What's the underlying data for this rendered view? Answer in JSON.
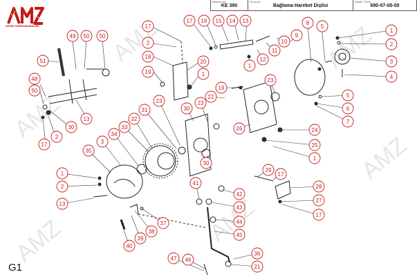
{
  "header": {
    "cells": [
      {
        "caption": "Makina adı",
        "value": "KE 390"
      },
      {
        "caption": "Grup adı",
        "value": "Bağlama Hareket Dişlisi"
      },
      {
        "caption": "Resim / Parç",
        "value": "690-07-00-00"
      }
    ]
  },
  "logo": {
    "text": "AMZ",
    "subtitle": "AKSEN TARIM MAKİNALARI"
  },
  "watermark": "AMZ",
  "page_label": "G1",
  "colors": {
    "callout": "#c41a1a",
    "ink": "#222222",
    "logo": "#c41a1a"
  },
  "callouts": [
    {
      "id": "c1",
      "label": "51"
    },
    {
      "id": "c2",
      "label": "49"
    },
    {
      "id": "c3",
      "label": "50"
    },
    {
      "id": "c4",
      "label": "50"
    },
    {
      "id": "c5",
      "label": "48"
    },
    {
      "id": "c6",
      "label": "50"
    },
    {
      "id": "c7",
      "label": "13"
    },
    {
      "id": "c8",
      "label": "30"
    },
    {
      "id": "c9",
      "label": "2"
    },
    {
      "id": "c10",
      "label": "17"
    },
    {
      "id": "c11",
      "label": "17"
    },
    {
      "id": "c12",
      "label": "2"
    },
    {
      "id": "c13",
      "label": "18"
    },
    {
      "id": "c14",
      "label": "19"
    },
    {
      "id": "c15",
      "label": "20"
    },
    {
      "id": "c16",
      "label": "1"
    },
    {
      "id": "c17",
      "label": "17"
    },
    {
      "id": "c18",
      "label": "16"
    },
    {
      "id": "c19",
      "label": "15"
    },
    {
      "id": "c20",
      "label": "14"
    },
    {
      "id": "c21",
      "label": "13"
    },
    {
      "id": "c22",
      "label": "1"
    },
    {
      "id": "c23",
      "label": "12"
    },
    {
      "id": "c24",
      "label": "11"
    },
    {
      "id": "c25",
      "label": "10"
    },
    {
      "id": "c26",
      "label": "9"
    },
    {
      "id": "c27",
      "label": "8"
    },
    {
      "id": "c28",
      "label": "5"
    },
    {
      "id": "c29",
      "label": "1"
    },
    {
      "id": "c30",
      "label": "2"
    },
    {
      "id": "c31",
      "label": "3"
    },
    {
      "id": "c32",
      "label": "4"
    },
    {
      "id": "c33",
      "label": "5"
    },
    {
      "id": "c34",
      "label": "6"
    },
    {
      "id": "c35",
      "label": "7"
    },
    {
      "id": "c36",
      "label": "23"
    },
    {
      "id": "c37",
      "label": "19"
    },
    {
      "id": "c38",
      "label": "22"
    },
    {
      "id": "c39",
      "label": "23"
    },
    {
      "id": "c40",
      "label": "30"
    },
    {
      "id": "c41",
      "label": "31"
    },
    {
      "id": "c42",
      "label": "23"
    },
    {
      "id": "c43",
      "label": "32"
    },
    {
      "id": "c44",
      "label": "33"
    },
    {
      "id": "c45",
      "label": "34"
    },
    {
      "id": "c46",
      "label": "3"
    },
    {
      "id": "c47",
      "label": "35"
    },
    {
      "id": "c48",
      "label": "26"
    },
    {
      "id": "c49",
      "label": "24"
    },
    {
      "id": "c50",
      "label": "25"
    },
    {
      "id": "c51",
      "label": "1"
    },
    {
      "id": "c52",
      "label": "29"
    },
    {
      "id": "c53",
      "label": "17"
    },
    {
      "id": "c54",
      "label": "28"
    },
    {
      "id": "c55",
      "label": "27"
    },
    {
      "id": "c56",
      "label": "17"
    },
    {
      "id": "c57",
      "label": "30"
    },
    {
      "id": "c58",
      "label": "41"
    },
    {
      "id": "c59",
      "label": "42"
    },
    {
      "id": "c60",
      "label": "43"
    },
    {
      "id": "c61",
      "label": "44"
    },
    {
      "id": "c62",
      "label": "45"
    },
    {
      "id": "c63",
      "label": "36"
    },
    {
      "id": "c64",
      "label": "21"
    },
    {
      "id": "c65",
      "label": "47"
    },
    {
      "id": "c66",
      "label": "46"
    },
    {
      "id": "c67",
      "label": "1"
    },
    {
      "id": "c68",
      "label": "2"
    },
    {
      "id": "c69",
      "label": "13"
    },
    {
      "id": "c70",
      "label": "37"
    },
    {
      "id": "c71",
      "label": "38"
    },
    {
      "id": "c72",
      "label": "39"
    },
    {
      "id": "c73",
      "label": "40"
    }
  ]
}
